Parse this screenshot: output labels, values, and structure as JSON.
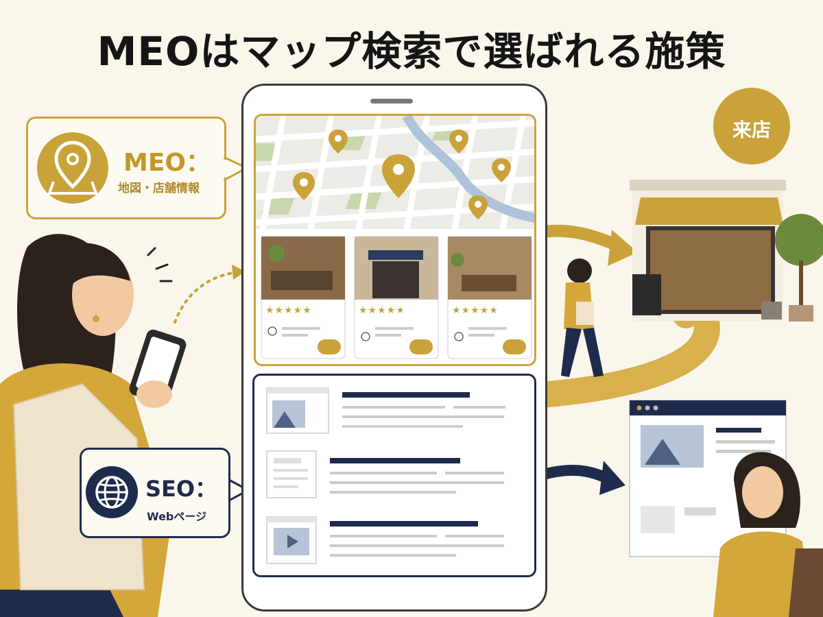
{
  "title": "MEOはマップ検索で選ばれる施策",
  "meo": {
    "title": "MEO：",
    "subtitle": "地図・店舗情報"
  },
  "seo": {
    "title": "SEO：",
    "subtitle": "Webページ"
  },
  "visit_label": "来店",
  "store_cards": [
    {
      "rating": "★★★★★"
    },
    {
      "rating": "★★★★★"
    },
    {
      "rating": "★★★★★"
    }
  ],
  "colors": {
    "gold": "#c9a33a",
    "navy": "#1f2b4d",
    "background": "#fbf6ec"
  },
  "icons": [
    "map-pin-icon",
    "globe-icon",
    "clock-icon",
    "directions-icon",
    "play-icon",
    "image-icon"
  ]
}
